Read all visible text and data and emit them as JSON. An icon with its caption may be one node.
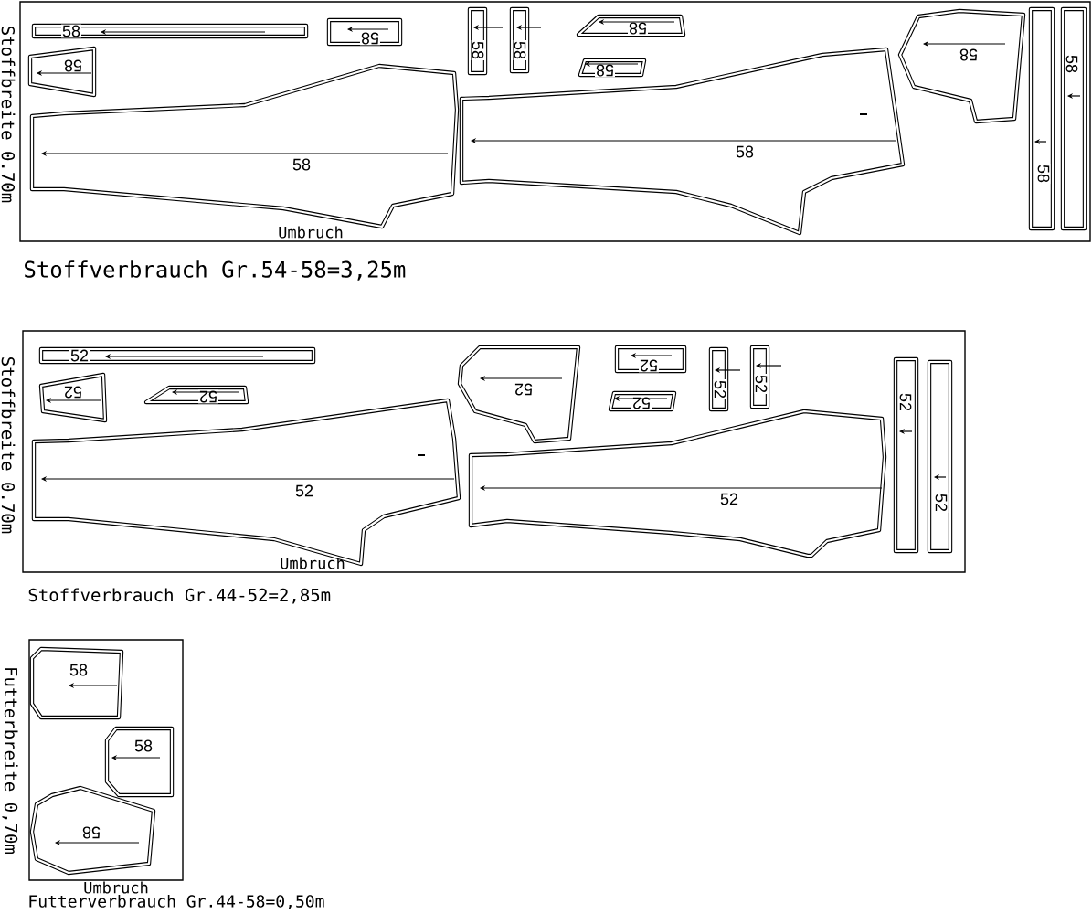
{
  "diagram": {
    "nodes": [
      {
        "text": [
          "Stoffbreite 0.70m",
          "Umbruch"
        ],
        "beside": [
          "Stoffverbrauch Gr.54-58=3,25m"
        ]
      },
      {
        "text": [
          "58"
        ],
        "in": 0
      },
      {
        "text": [
          "58"
        ],
        "in": 0
      },
      {
        "text": [
          "58"
        ],
        "in": 0
      },
      {
        "text": [
          "58"
        ],
        "in": 0
      },
      {
        "text": [
          "58"
        ],
        "in": 0
      },
      {
        "text": [
          "58"
        ],
        "in": 0
      },
      {
        "text": [
          "58"
        ],
        "in": 0
      },
      {
        "text": [
          "58"
        ],
        "in": 0
      },
      {
        "text": [
          "58"
        ],
        "in": 0
      },
      {
        "text": [
          "58"
        ],
        "in": 0
      },
      {
        "text": [
          "58"
        ],
        "in": 0
      },
      {
        "text": [
          "58"
        ],
        "in": 0
      },
      {
        "text": [
          "Stoffbreite 0.70m",
          "Umbruch"
        ],
        "beside": [
          "Stoffverbrauch Gr.44-52=2,85m"
        ]
      },
      {
        "text": [
          "52"
        ],
        "in": 13
      },
      {
        "text": [
          "52"
        ],
        "in": 13
      },
      {
        "text": [
          "52"
        ],
        "in": 13
      },
      {
        "text": [
          "52"
        ],
        "in": 13
      },
      {
        "text": [
          "52"
        ],
        "in": 13
      },
      {
        "text": [
          "52"
        ],
        "in": 13
      },
      {
        "text": [
          "52"
        ],
        "in": 13
      },
      {
        "text": [
          "52"
        ],
        "in": 13
      },
      {
        "text": [
          "52"
        ],
        "in": 13
      },
      {
        "text": [
          "52"
        ],
        "in": 13
      },
      {
        "text": [
          "52"
        ],
        "in": 13
      },
      {
        "text": [
          "52"
        ],
        "in": 13
      },
      {
        "text": [
          "Futterbreite 0,70m",
          "Umbruch"
        ],
        "beside": [
          "Futterverbrauch Gr.44-58=0,50m"
        ]
      },
      {
        "text": [
          "58"
        ],
        "in": 26
      },
      {
        "text": [
          "58"
        ],
        "in": 26
      },
      {
        "text": [
          "58"
        ],
        "in": 26
      }
    ]
  }
}
